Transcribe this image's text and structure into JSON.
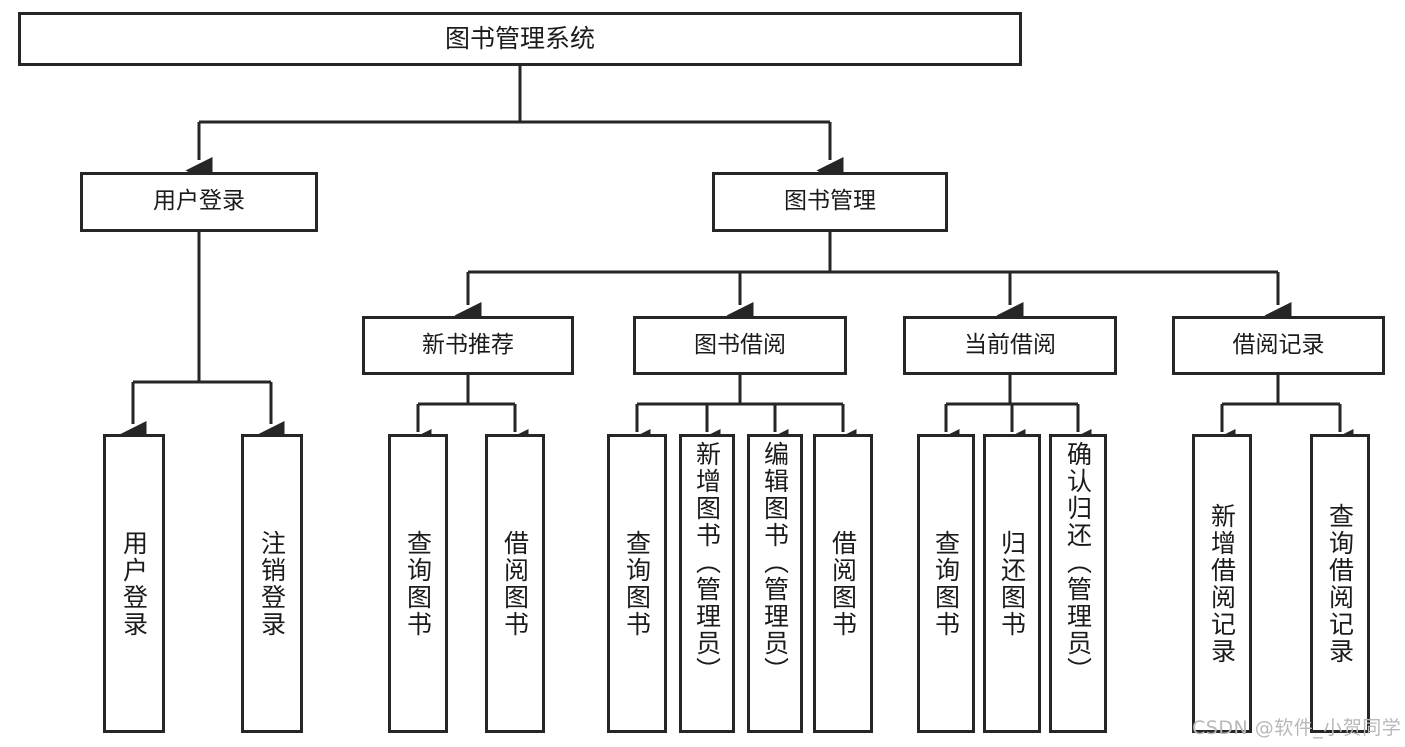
{
  "diagram": {
    "title": "图书管理系统",
    "type": "tree-hierarchy-diagram",
    "colors": {
      "box_border": "#262626",
      "box_fill": "#ffffff",
      "connector": "#262626",
      "text": "#1b1b1b",
      "watermark": "#b8b8b8",
      "background": "#ffffff"
    },
    "root": {
      "label": "图书管理系统"
    },
    "level2": [
      {
        "label": "用户登录"
      },
      {
        "label": "图书管理"
      }
    ],
    "level3": [
      {
        "label": "新书推荐"
      },
      {
        "label": "图书借阅"
      },
      {
        "label": "当前借阅"
      },
      {
        "label": "借阅记录"
      }
    ],
    "leaves": {
      "user_login": [
        {
          "label": "用户登录"
        },
        {
          "label": "注销登录"
        }
      ],
      "new_book_recommend": [
        {
          "label": "查询图书"
        },
        {
          "label": "借阅图书"
        }
      ],
      "book_borrow": [
        {
          "label": "查询图书"
        },
        {
          "label": "新增图书（管理员）"
        },
        {
          "label": "编辑图书（管理员）"
        },
        {
          "label": "借阅图书"
        }
      ],
      "current_borrow": [
        {
          "label": "查询图书"
        },
        {
          "label": "归还图书"
        },
        {
          "label": "确认归还（管理员）"
        }
      ],
      "borrow_record": [
        {
          "label": "新增借阅记录"
        },
        {
          "label": "查询借阅记录"
        }
      ]
    },
    "watermark": "CSDN @软件_小贺同学"
  }
}
